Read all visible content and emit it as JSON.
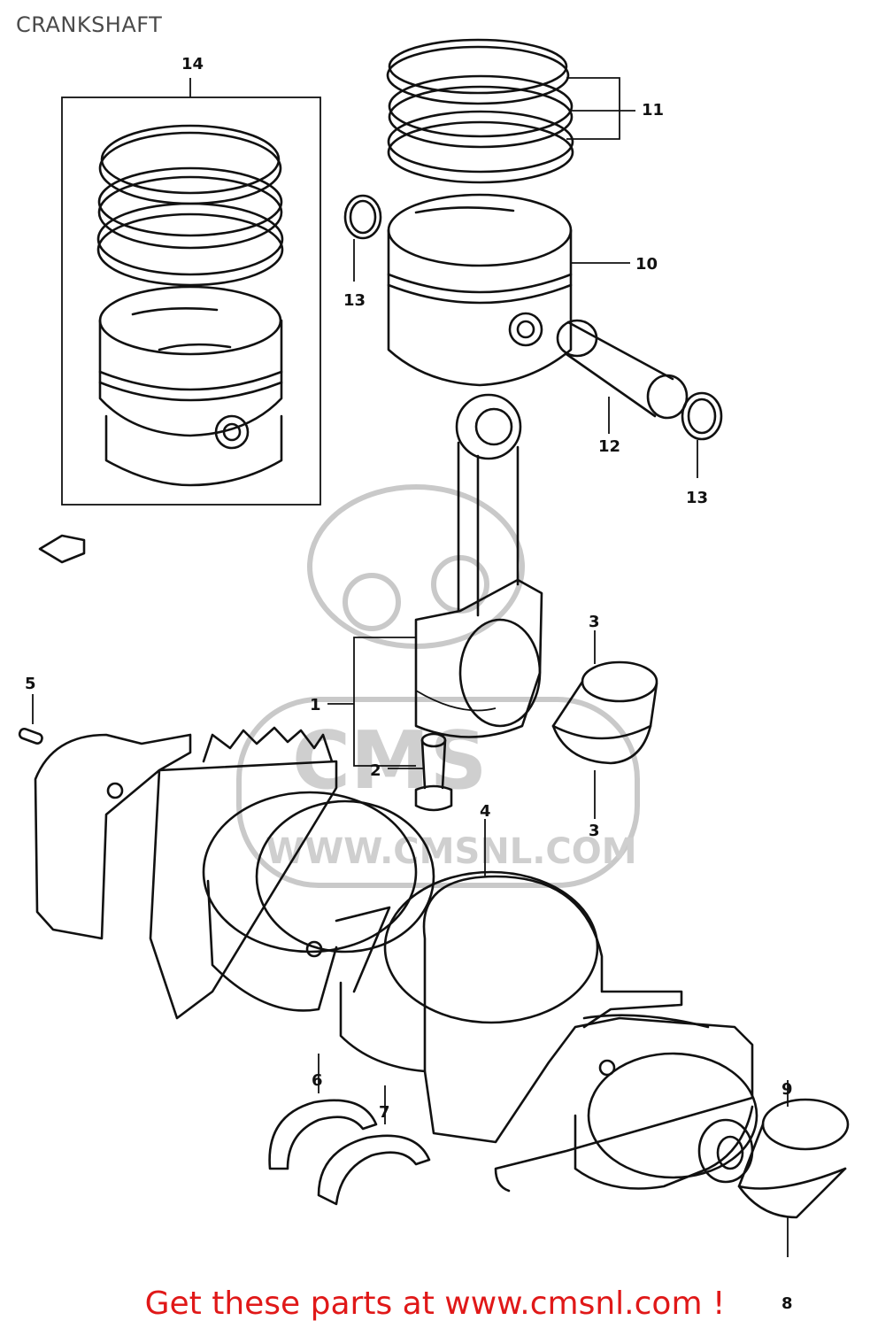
{
  "header": {
    "title": "CRANKSHAFT"
  },
  "watermark": {
    "brand": "CMS",
    "url": "WWW.CMSNL.COM"
  },
  "callouts": {
    "c1": "1",
    "c2": "2",
    "c3a": "3",
    "c3b": "3",
    "c4": "4",
    "c5": "5",
    "c6": "6",
    "c7": "7",
    "c8": "8",
    "c9": "9",
    "c10": "10",
    "c11": "11",
    "c12": "12",
    "c13a": "13",
    "c13b": "13",
    "c14": "14"
  },
  "footer": {
    "text": "Get these parts at www.cmsnl.com !"
  }
}
